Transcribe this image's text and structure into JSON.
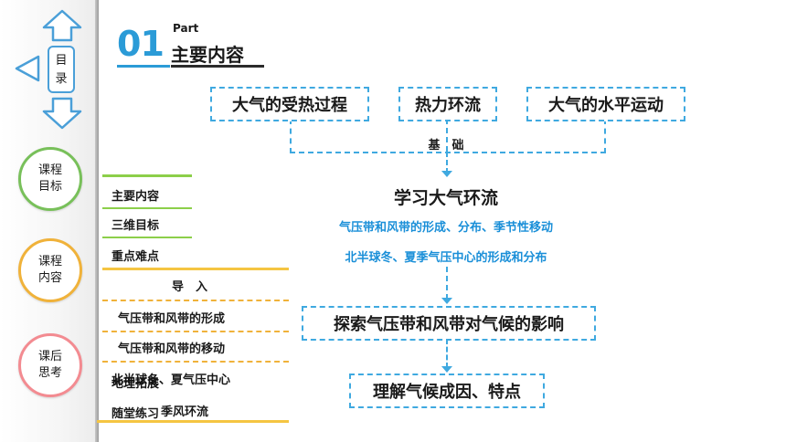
{
  "sidebar": {
    "nav_up_icon": "arrow-up-icon",
    "nav_down_icon": "arrow-down-icon",
    "nav_left_icon": "arrow-left-icon",
    "toc_chars": [
      "目",
      "录"
    ],
    "circles": [
      {
        "line1": "课程",
        "line2": "目标",
        "color": "#78c05a"
      },
      {
        "line1": "课程",
        "line2": "内容",
        "color": "#f0b23a"
      },
      {
        "line1": "课后",
        "line2": "思考",
        "color": "#f38b91"
      }
    ]
  },
  "header": {
    "number": "01",
    "part_label": "Part",
    "title": "主要内容",
    "accent_color": "#2b9bd7"
  },
  "menu": {
    "items": [
      "主要内容",
      "三维目标",
      "重点难点",
      "导　入",
      "气压带和风带的形成",
      "气压带和风带的移动",
      "北半球冬、夏气压中心",
      "地理拓展",
      "季风环流",
      "随堂练习"
    ]
  },
  "diagram": {
    "top_boxes": [
      "大气的受热过程",
      "热力环流",
      "大气的水平运动"
    ],
    "basis_label": "基　础",
    "main_title": "学习大气环流",
    "sub_line1": "气压带和风带的形成、分布、季节性移动",
    "sub_line2": "北半球冬、夏季气压中心的形成和分布",
    "explore_box": "探索气压带和风带对气候的影响",
    "understand_box": "理解气候成因、特点",
    "line_color": "#3fa9e0",
    "sub_color": "#1a8fd8"
  }
}
